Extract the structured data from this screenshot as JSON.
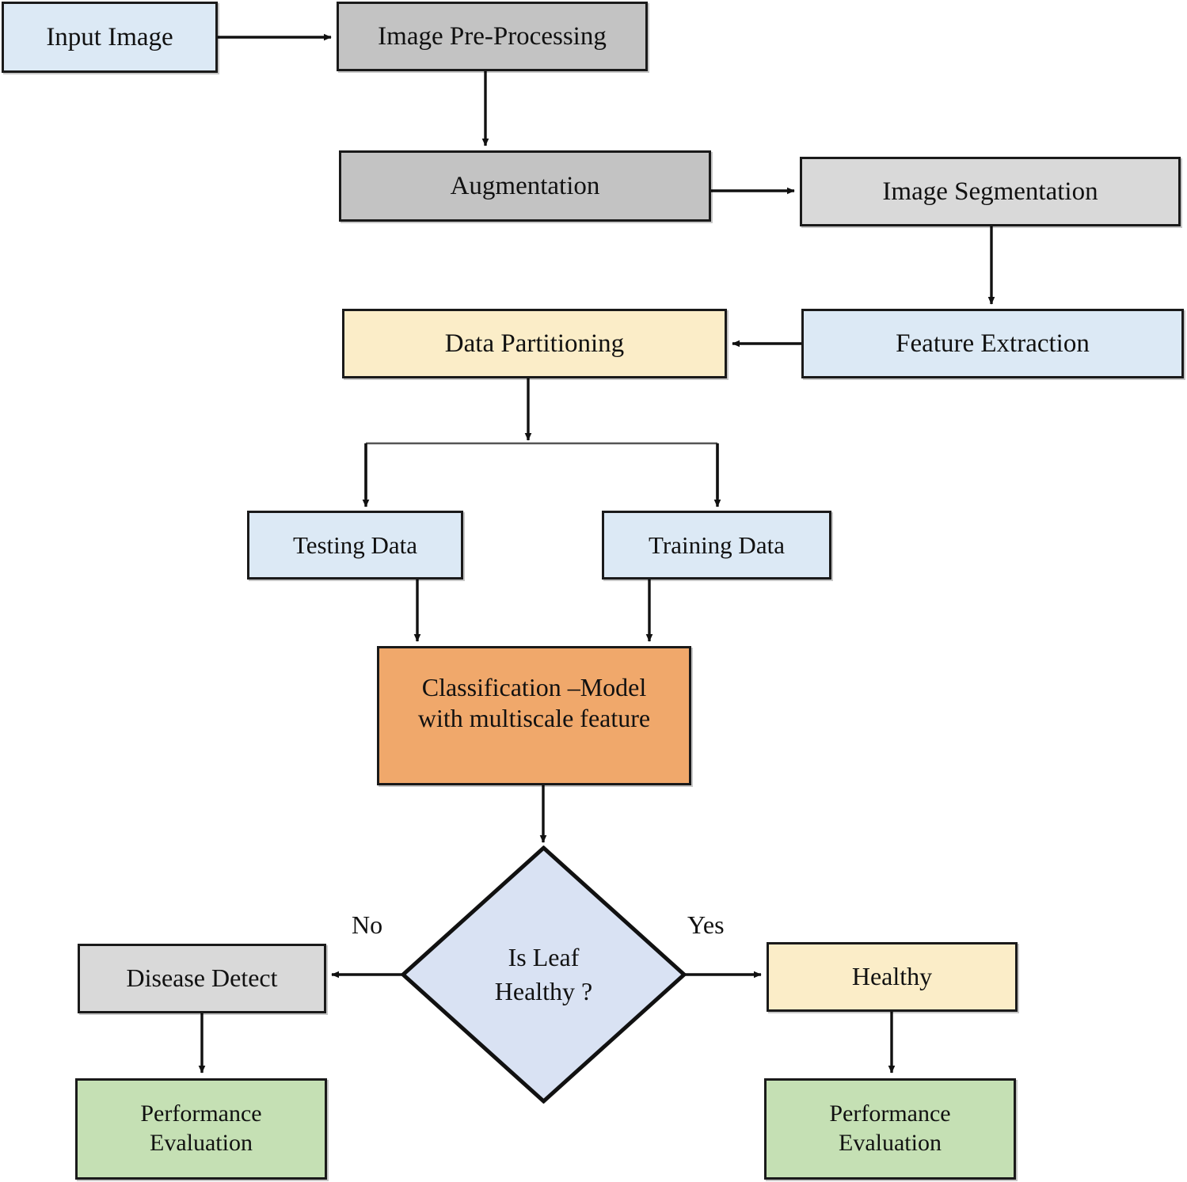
{
  "diagram": {
    "title": "Leaf Disease Detection Pipeline Flowchart",
    "type": "flowchart",
    "background": "#ffffff",
    "stroke_color": "#1a1a1a",
    "palette": {
      "light_blue": "#dce9f5",
      "medium_gray": "#c3c3c3",
      "light_gray": "#d9d9d9",
      "cream": "#fbedc8",
      "orange": "#f0a86b",
      "green": "#c5e0b4",
      "diamond_blue": "#d9e2f3"
    }
  },
  "nodes": {
    "input_image": {
      "label": "Input Image",
      "shape": "rectangle",
      "fill": "#dce9f5"
    },
    "image_preprocessing": {
      "label": "Image Pre-Processing",
      "shape": "rectangle",
      "fill": "#c3c3c3"
    },
    "augmentation": {
      "label": "Augmentation",
      "shape": "rectangle",
      "fill": "#c3c3c3"
    },
    "image_segmentation": {
      "label": "Image Segmentation",
      "shape": "rectangle",
      "fill": "#d9d9d9"
    },
    "feature_extraction": {
      "label": "Feature Extraction",
      "shape": "rectangle",
      "fill": "#dce9f5"
    },
    "data_partitioning": {
      "label": "Data Partitioning",
      "shape": "rectangle",
      "fill": "#fbedc8"
    },
    "testing_data": {
      "label": "Testing Data",
      "shape": "rectangle",
      "fill": "#dce9f5"
    },
    "training_data": {
      "label": "Training Data",
      "shape": "rectangle",
      "fill": "#dce9f5"
    },
    "classification_model": {
      "label": "Classification –Model\nwith multiscale feature",
      "shape": "rectangle",
      "fill": "#f0a86b"
    },
    "decision_is_leaf_healthy": {
      "label": "Is Leaf\nHealthy ?",
      "shape": "diamond",
      "fill": "#d9e2f3"
    },
    "disease_detect": {
      "label": "Disease Detect",
      "shape": "rectangle",
      "fill": "#d9d9d9"
    },
    "healthy": {
      "label": "Healthy",
      "shape": "rectangle",
      "fill": "#fbedc8"
    },
    "performance_evaluation_left": {
      "label": "Performance\nEvaluation",
      "shape": "rectangle",
      "fill": "#c5e0b4"
    },
    "performance_evaluation_right": {
      "label": "Performance\nEvaluation",
      "shape": "rectangle",
      "fill": "#c5e0b4"
    }
  },
  "edge_labels": {
    "no": "No",
    "yes": "Yes"
  },
  "edges": [
    {
      "from": "input_image",
      "to": "image_preprocessing",
      "label": ""
    },
    {
      "from": "image_preprocessing",
      "to": "augmentation",
      "label": ""
    },
    {
      "from": "augmentation",
      "to": "image_segmentation",
      "label": ""
    },
    {
      "from": "image_segmentation",
      "to": "feature_extraction",
      "label": ""
    },
    {
      "from": "feature_extraction",
      "to": "data_partitioning",
      "label": ""
    },
    {
      "from": "data_partitioning",
      "to": "testing_data",
      "label": ""
    },
    {
      "from": "data_partitioning",
      "to": "training_data",
      "label": ""
    },
    {
      "from": "testing_data",
      "to": "classification_model",
      "label": ""
    },
    {
      "from": "training_data",
      "to": "classification_model",
      "label": ""
    },
    {
      "from": "classification_model",
      "to": "decision_is_leaf_healthy",
      "label": ""
    },
    {
      "from": "decision_is_leaf_healthy",
      "to": "disease_detect",
      "label": "No"
    },
    {
      "from": "decision_is_leaf_healthy",
      "to": "healthy",
      "label": "Yes"
    },
    {
      "from": "disease_detect",
      "to": "performance_evaluation_left",
      "label": ""
    },
    {
      "from": "healthy",
      "to": "performance_evaluation_right",
      "label": ""
    }
  ]
}
